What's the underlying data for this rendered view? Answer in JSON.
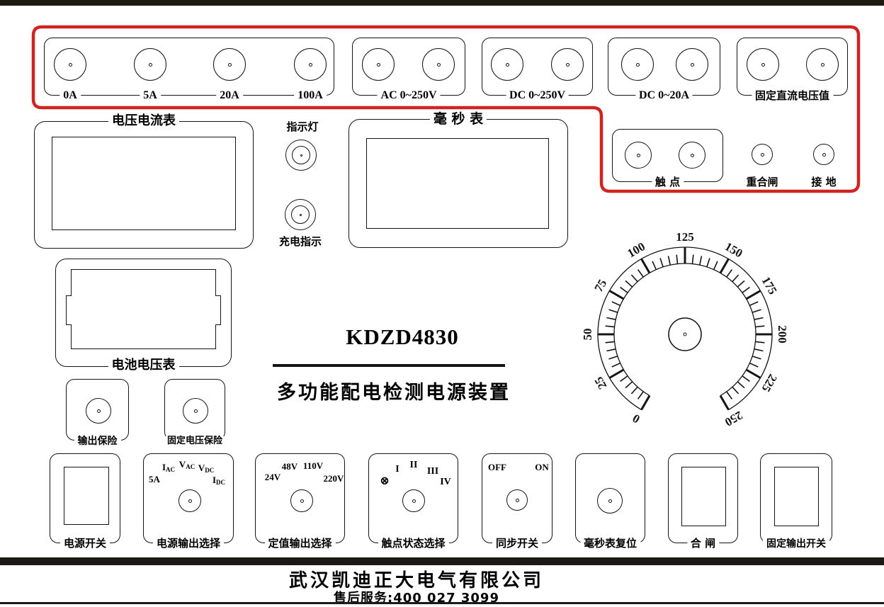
{
  "colors": {
    "accent_red": "#d02420",
    "bar_black": "#1d1a14",
    "line_black": "#141414"
  },
  "title": {
    "model": "KDZD4830",
    "name": "多功能配电检测电源装置"
  },
  "top_groups": [
    {
      "labels": [
        "0A",
        "5A",
        "20A",
        "100A"
      ]
    },
    {
      "label": "AC 0~250V"
    },
    {
      "label": "DC 0~250V"
    },
    {
      "label": "DC 0~20A"
    },
    {
      "label": "固定直流电压值"
    }
  ],
  "aux_terminals": {
    "contact_group_label": "触  点",
    "recloser_label": "重合闸",
    "ground_label": "接 地"
  },
  "meters": {
    "volt_ammeter_label": "电压电流表",
    "millisecond_meter_label": "毫  秒  表",
    "battery_voltmeter_label": "电池电压表"
  },
  "indicators": {
    "power_label": "指示灯",
    "charge_label": "充电指示"
  },
  "fuses": {
    "output_fuse_label": "输出保险",
    "fixed_voltage_fuse_label": "固定电压保险"
  },
  "dial": {
    "min": 0,
    "max": 250,
    "major_step": 25,
    "minor_step": 5,
    "start_angle": 240,
    "end_angle": -60,
    "labels": [
      "0",
      "25",
      "50",
      "75",
      "100",
      "125",
      "150",
      "175",
      "200",
      "225",
      "250"
    ]
  },
  "bottom_controls": {
    "power_switch": {
      "label": "电源开关"
    },
    "power_output_select": {
      "label": "电源输出选择",
      "positions": [
        {
          "main": "5A",
          "sub": ""
        },
        {
          "main": "I",
          "sub": "AC"
        },
        {
          "main": "V",
          "sub": "AC"
        },
        {
          "main": "V",
          "sub": "DC"
        },
        {
          "main": "I",
          "sub": "DC"
        }
      ]
    },
    "fixed_output_select": {
      "label": "定值输出选择",
      "positions": [
        "24V",
        "48V",
        "110V",
        "220V"
      ]
    },
    "contact_state_select": {
      "label": "触点状态选择",
      "positions": [
        "⊗",
        "I",
        "II",
        "III",
        "IV"
      ]
    },
    "sync_switch": {
      "label": "同步开关",
      "positions": [
        "OFF",
        "ON"
      ]
    },
    "ms_reset": {
      "label": "毫秒表复位"
    },
    "close_switch": {
      "label": "合  闸"
    },
    "fixed_output_switch": {
      "label": "固定输出开关"
    }
  },
  "footer": {
    "company": "武汉凯迪正大电气有限公司",
    "service": "售后服务:400 027 3099"
  }
}
